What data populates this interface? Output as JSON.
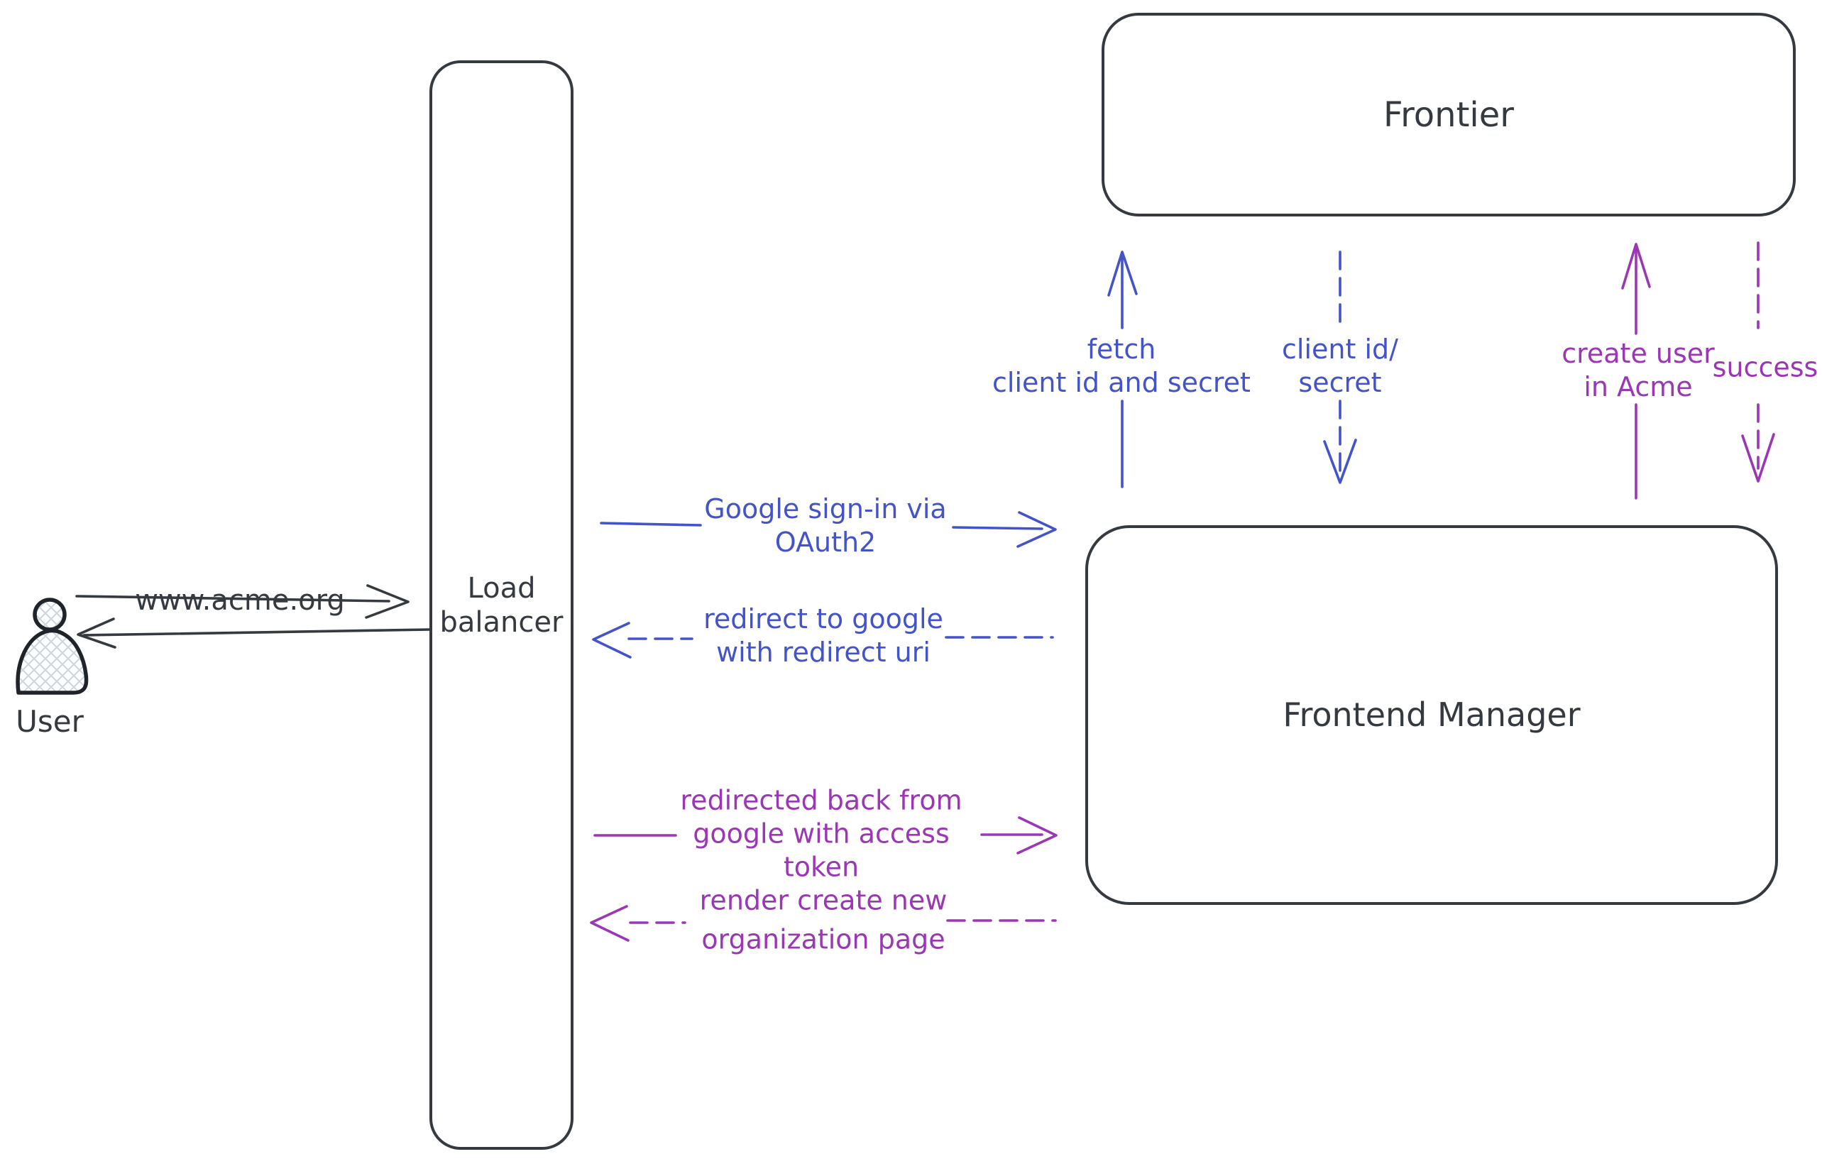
{
  "diagram": {
    "colors": {
      "dark": "#343a40",
      "blue": "#4353cb",
      "purple": "#9b36b5",
      "hatch": "#cdd5dd"
    },
    "nodes": {
      "user": {
        "label": "User"
      },
      "load_balancer": {
        "line1": "Load",
        "line2": "balancer"
      },
      "frontier": {
        "label": "Frontier"
      },
      "frontend_manager": {
        "line1": "Frontend",
        "line2": "Manager"
      }
    },
    "arrows": {
      "www": {
        "label": "www.acme.org"
      },
      "google_signin": {
        "line1": "Google sign-in via",
        "line2": "OAuth2"
      },
      "redirect_google": {
        "line1": "redirect to google",
        "line2": "with redirect uri"
      },
      "redirected_back": {
        "line1": "redirected back from",
        "line2": "google with access",
        "line3": "token"
      },
      "render_page": {
        "line1": "render create new",
        "line2": "organization page"
      },
      "fetch_secret": {
        "line1": "fetch",
        "line2": "client id and secret"
      },
      "client_id_secret": {
        "line1": "client id/",
        "line2": "secret"
      },
      "create_user": {
        "line1": "create user",
        "line2": "in Acme"
      },
      "success": {
        "label": "success"
      }
    }
  }
}
